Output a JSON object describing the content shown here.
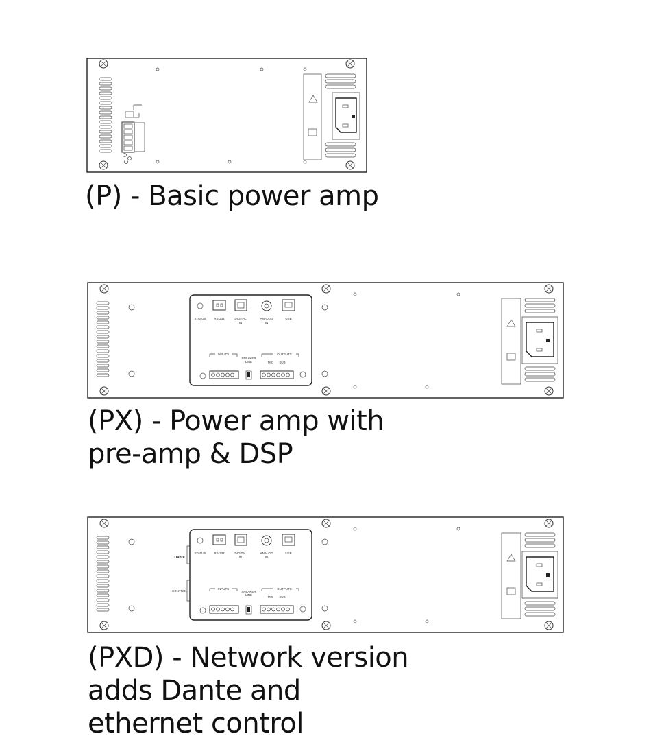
{
  "captions": {
    "p": "(P) - Basic power amp",
    "px_line1": "(PX) - Power amp with",
    "px_line2": "pre-amp & DSP",
    "pxd_line1": "(PXD) - Network version",
    "pxd_line2": "adds Dante and",
    "pxd_line3": "ethernet control"
  },
  "panel_labels": {
    "status": "STATUS",
    "rs232": "RS-232",
    "digital_in_1": "DIGITAL",
    "digital_in_2": "IN",
    "analog_in_1": "ANALOG",
    "analog_in_2": "IN",
    "usb": "USB",
    "inputs": "INPUTS",
    "outputs": "OUTPUTS",
    "speaker": "SPEAKER",
    "line": "LINE",
    "mic": "MIC",
    "sub": "SUB",
    "dante": "Dante",
    "control": "CONTROL"
  },
  "icons": [
    "screw-icon",
    "vent-slots-icon",
    "iec-power-inlet-icon",
    "warning-triangle-icon",
    "ce-mark-icon",
    "terminal-block-icon",
    "rj45-icon",
    "optical-port-icon",
    "rca-jack-icon",
    "usb-b-port-icon",
    "dip-switch-icon"
  ]
}
